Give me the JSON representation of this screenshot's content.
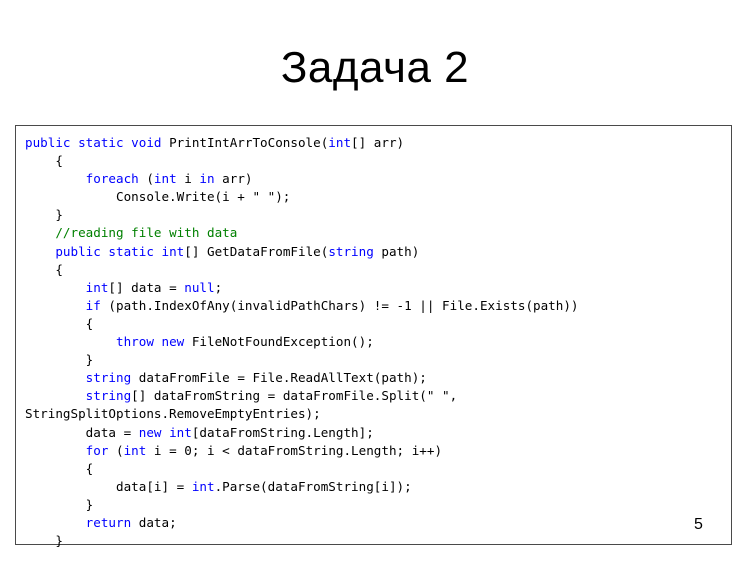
{
  "slide": {
    "title": "Задача 2",
    "page_number": "5"
  },
  "code_lines": [
    [
      {
        "t": "public static void",
        "k": "kw"
      },
      {
        "t": " PrintIntArrToConsole(",
        "k": ""
      },
      {
        "t": "int",
        "k": "kw"
      },
      {
        "t": "[] arr)",
        "k": ""
      }
    ],
    [
      {
        "t": "    {",
        "k": ""
      }
    ],
    [
      {
        "t": "        ",
        "k": ""
      },
      {
        "t": "foreach",
        "k": "kw"
      },
      {
        "t": " (",
        "k": ""
      },
      {
        "t": "int",
        "k": "kw"
      },
      {
        "t": " i ",
        "k": ""
      },
      {
        "t": "in",
        "k": "kw"
      },
      {
        "t": " arr)",
        "k": ""
      }
    ],
    [
      {
        "t": "            Console.Write(i + \" \");",
        "k": ""
      }
    ],
    [
      {
        "t": "    }",
        "k": ""
      }
    ],
    [
      {
        "t": "    ",
        "k": ""
      },
      {
        "t": "//reading file with data",
        "k": "cm"
      }
    ],
    [
      {
        "t": "    ",
        "k": ""
      },
      {
        "t": "public static int",
        "k": "kw"
      },
      {
        "t": "[] GetDataFromFile(",
        "k": ""
      },
      {
        "t": "string",
        "k": "kw"
      },
      {
        "t": " path)",
        "k": ""
      }
    ],
    [
      {
        "t": "    {",
        "k": ""
      }
    ],
    [
      {
        "t": "        ",
        "k": ""
      },
      {
        "t": "int",
        "k": "kw"
      },
      {
        "t": "[] data = ",
        "k": ""
      },
      {
        "t": "null",
        "k": "kw"
      },
      {
        "t": ";",
        "k": ""
      }
    ],
    [
      {
        "t": "        ",
        "k": ""
      },
      {
        "t": "if",
        "k": "kw"
      },
      {
        "t": " (path.IndexOfAny(invalidPathChars) != -1 || File.Exists(path))",
        "k": ""
      }
    ],
    [
      {
        "t": "        {",
        "k": ""
      }
    ],
    [
      {
        "t": "            ",
        "k": ""
      },
      {
        "t": "throw new",
        "k": "kw"
      },
      {
        "t": " FileNotFoundException();",
        "k": ""
      }
    ],
    [
      {
        "t": "        }",
        "k": ""
      }
    ],
    [
      {
        "t": "        ",
        "k": ""
      },
      {
        "t": "string",
        "k": "kw"
      },
      {
        "t": " dataFromFile = File.ReadAllText(path);",
        "k": ""
      }
    ],
    [
      {
        "t": "        ",
        "k": ""
      },
      {
        "t": "string",
        "k": "kw"
      },
      {
        "t": "[] dataFromString = dataFromFile.Split(\" \",",
        "k": ""
      }
    ],
    [
      {
        "t": "StringSplitOptions.RemoveEmptyEntries);",
        "k": ""
      }
    ],
    [
      {
        "t": "        data = ",
        "k": ""
      },
      {
        "t": "new int",
        "k": "kw"
      },
      {
        "t": "[dataFromString.Length];",
        "k": ""
      }
    ],
    [
      {
        "t": "        ",
        "k": ""
      },
      {
        "t": "for",
        "k": "kw"
      },
      {
        "t": " (",
        "k": ""
      },
      {
        "t": "int",
        "k": "kw"
      },
      {
        "t": " i = 0; i < dataFromString.Length; i++)",
        "k": ""
      }
    ],
    [
      {
        "t": "        {",
        "k": ""
      }
    ],
    [
      {
        "t": "            data[i] = ",
        "k": ""
      },
      {
        "t": "int",
        "k": "kw"
      },
      {
        "t": ".Parse(dataFromString[i]);",
        "k": ""
      }
    ],
    [
      {
        "t": "        }",
        "k": ""
      }
    ],
    [
      {
        "t": "        ",
        "k": ""
      },
      {
        "t": "return",
        "k": "kw"
      },
      {
        "t": " data;",
        "k": ""
      }
    ],
    [
      {
        "t": "    }",
        "k": ""
      }
    ]
  ],
  "colors": {
    "keyword": "#0000ff",
    "comment": "#008000",
    "text": "#000000",
    "border": "#4a4a4a"
  }
}
